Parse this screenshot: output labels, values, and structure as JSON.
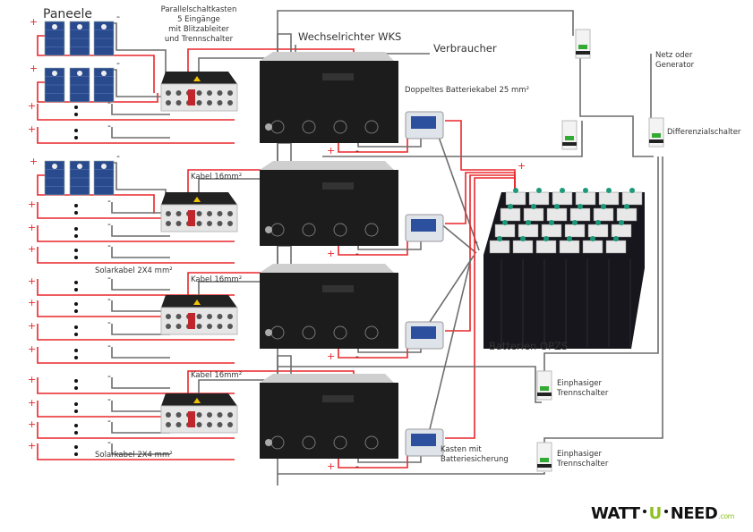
{
  "labels": {
    "panels": "Paneele",
    "combiner": [
      "Parallelschaltkasten",
      "5 Eingänge",
      "mit Blitzableiter",
      "und Trennschalter"
    ],
    "inverter": "Wechselrichter WKS",
    "consumer": "Verbraucher",
    "grid": [
      "Netz oder",
      "Generator"
    ],
    "rcd": "Differenzialschalter",
    "battery_cable": "Doppeltes Batteriekabel 25 mm²",
    "cable16_a": "Kabel 16mm²",
    "cable16_b": "Kabel 16mm²",
    "cable16_c": "Kabel 16mm²",
    "solar_cable_a": "Solarkabel 2X4 mm²",
    "solar_cable_b": "Solarkabel 2X4 mm²",
    "batteries": "Batterien OPZS",
    "breaker_a": [
      "Einphasiger",
      "Trennschalter"
    ],
    "breaker_b": [
      "Einphasiger",
      "Trennschalter"
    ],
    "fuse_box": [
      "Kasten mit",
      "Batteriesicherung"
    ],
    "plus": "+",
    "minus": "-"
  },
  "logo": {
    "part1": "WATT",
    "part2": "U",
    "part3": "NEED",
    "suffix": ".com"
  },
  "colors": {
    "positive": "#e8262b",
    "negative": "#6d6d6d",
    "accent": "#8dc21f",
    "device": "#1c1c1c"
  }
}
